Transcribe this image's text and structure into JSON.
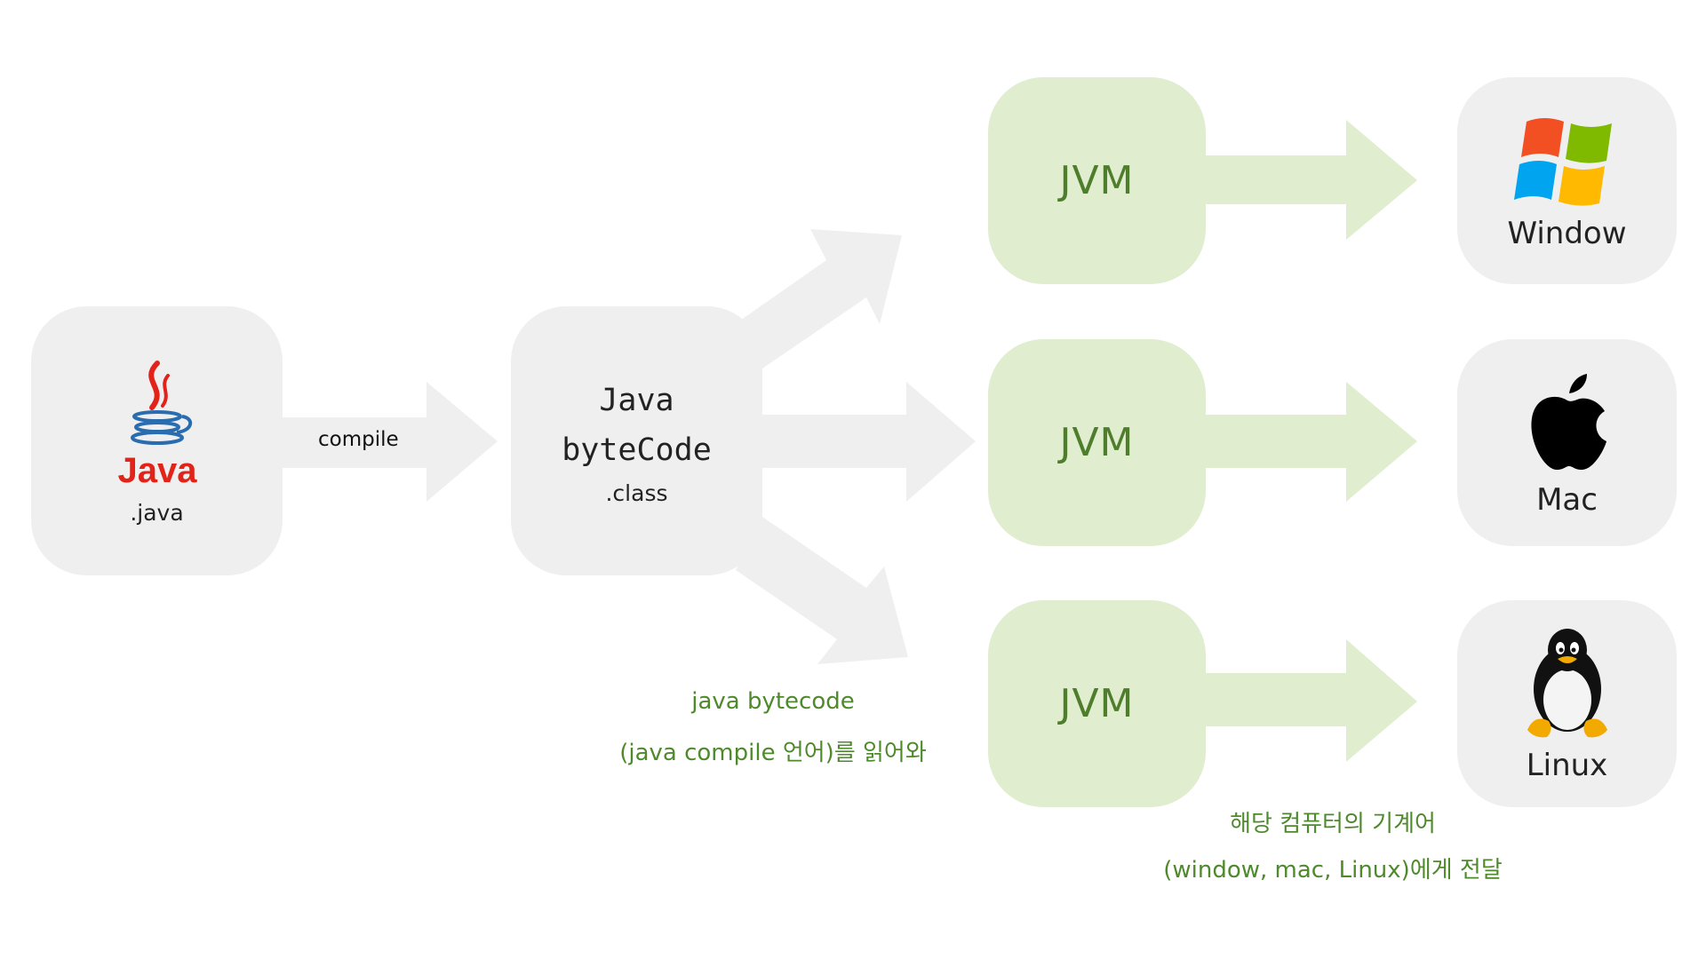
{
  "colors": {
    "gray_box": "#efefef",
    "green_box": "#e0edcf",
    "gray_arrow": "#efefef",
    "green_arrow": "#e0edcf",
    "green_text": "#4e8a2c",
    "java_red": "#e2231a",
    "java_blue": "#2a6cb0"
  },
  "source": {
    "logo_text": "Java",
    "ext": ".java"
  },
  "compile_label": "compile",
  "bytecode": {
    "line1": "Java",
    "line2": "byteCode",
    "ext": ".class"
  },
  "jvm": [
    "JVM",
    "JVM",
    "JVM"
  ],
  "os": [
    {
      "label": "Window",
      "icon": "windows-logo-icon"
    },
    {
      "label": "Mac",
      "icon": "apple-logo-icon"
    },
    {
      "label": "Linux",
      "icon": "tux-penguin-icon"
    }
  ],
  "notes": {
    "bytecode_line1": "java bytecode",
    "bytecode_line2": "(java compile 언어)를 읽어와",
    "machine_line1": "해당 컴퓨터의 기계어",
    "machine_line2": "(window, mac, Linux)에게 전달"
  }
}
